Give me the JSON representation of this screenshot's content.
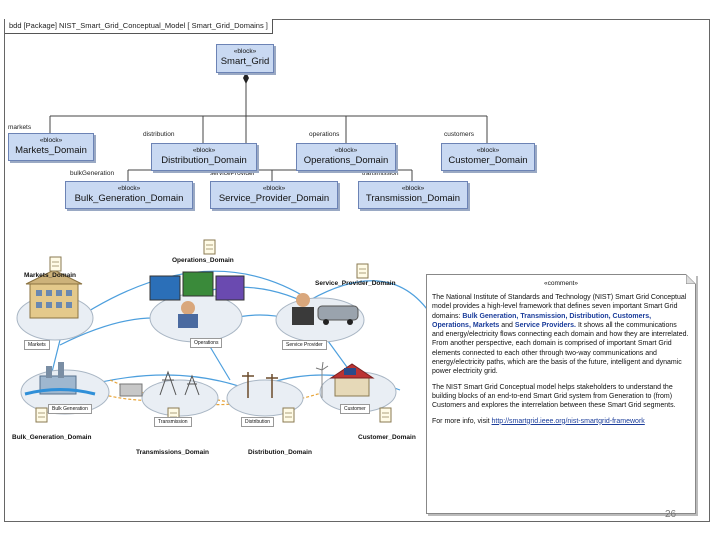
{
  "frame": {
    "title": "bdd [Package] NIST_Smart_Grid_Conceptual_Model [ Smart_Grid_Domains ]"
  },
  "stereotype": "«block»",
  "blocks": {
    "smart_grid": "Smart_Grid",
    "markets": "Markets_Domain",
    "distribution": "Distribution_Domain",
    "operations": "Operations_Domain",
    "customer": "Customer_Domain",
    "bulk_generation": "Bulk_Generation_Domain",
    "service_provider": "Service_Provider_Domain",
    "transmission": "Transmission_Domain"
  },
  "roles": {
    "markets": "markets",
    "distribution": "distribution",
    "operations": "operations",
    "customers": "customers",
    "bulk_generation": "bulkGeneration",
    "service_provider": "serviceProvider",
    "transmission": "transmission"
  },
  "diagram_labels": {
    "operations": "Operations_Domain",
    "markets": "Markets_Domain",
    "service_provider": "Service_Provider_Domain",
    "bulk_generation": "Bulk_Generation_Domain",
    "transmissions": "Transmissions_Domain",
    "distribution": "Distribution_Domain",
    "customer": "Customer_Domain"
  },
  "captions": {
    "markets": "Markets",
    "operations": "Operations",
    "service_provider": "Service Provider",
    "bulk_generation": "Bulk Generation",
    "transmission": "Transmission",
    "distribution": "Distribution",
    "customer": "Customer"
  },
  "comment": {
    "header": "«comment»",
    "p1_intro": "The National Institute of Standards and Technology (NIST) Smart Grid Conceptual model provides a high-level framework that defines seven important Smart Grid domains: ",
    "d1": "Bulk Generation,",
    "d2": "Transmission,",
    "d3": "Distribution,",
    "d4": "Customers,",
    "d5": "Operations,",
    "d6": "Markets",
    "and": " and ",
    "d7": "Service Providers.",
    "p1_rest": " It shows all the communications and energy/electricity flows connecting each domain and how they are interrelated. From another perspective, each domain is comprised of important Smart Grid elements connected to each other through two-way communications and energy/electricity paths, which are the basis of the future, intelligent and dynamic power electricity grid.",
    "p2": "The NIST Smart Grid Conceptual model helps stakeholders to understand the building blocks of an end-to-end Smart Grid system from Generation to (from) Customers and explores the interrelation between these Smart Grid segments.",
    "p3_prefix": "For more info, visit ",
    "link": "http://smartgrid.ieee.org/nist-smartgrid-framework"
  },
  "page_number": "26",
  "colors": {
    "block_fill": "#c9d9f2",
    "block_border": "#6c83b5",
    "highlight": "#1a3c9a"
  }
}
